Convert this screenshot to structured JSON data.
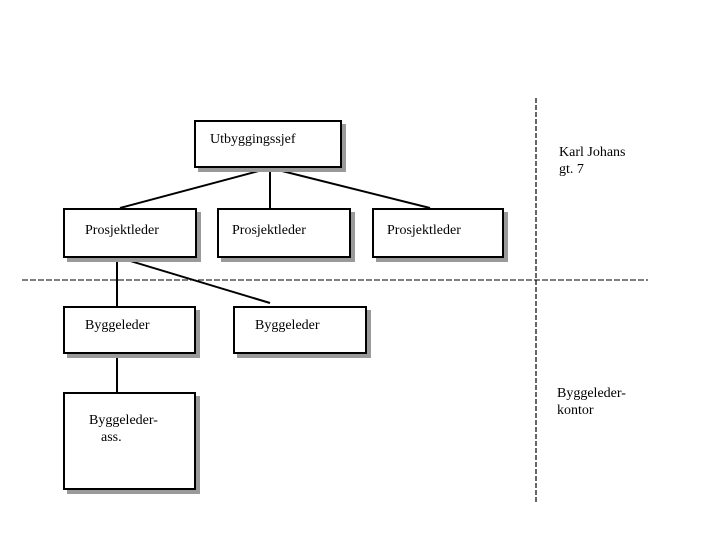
{
  "org_chart": {
    "root": "Utbyggingssjef",
    "project_leaders": [
      "Prosjektleder",
      "Prosjektleder",
      "Prosjektleder"
    ],
    "site_managers": [
      "Byggeleder",
      "Byggeleder"
    ],
    "assistant": [
      "Byggeleder-",
      "ass."
    ]
  },
  "locations": {
    "head_office": [
      "Karl Johans",
      "gt. 7"
    ],
    "site_office": [
      "Byggeleder-",
      "kontor"
    ]
  }
}
